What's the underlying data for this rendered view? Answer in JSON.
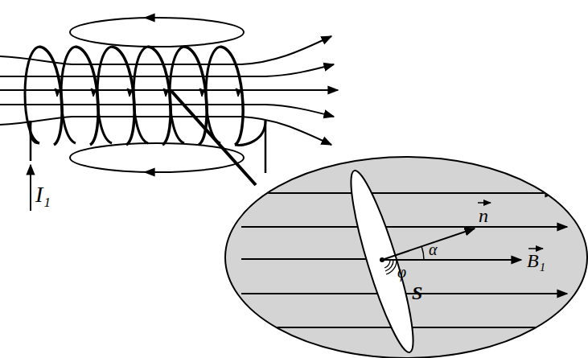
{
  "diagram": {
    "labels": [
      "I₁",
      "n",
      "α",
      "B₁",
      "φ",
      "S"
    ]
  }
}
